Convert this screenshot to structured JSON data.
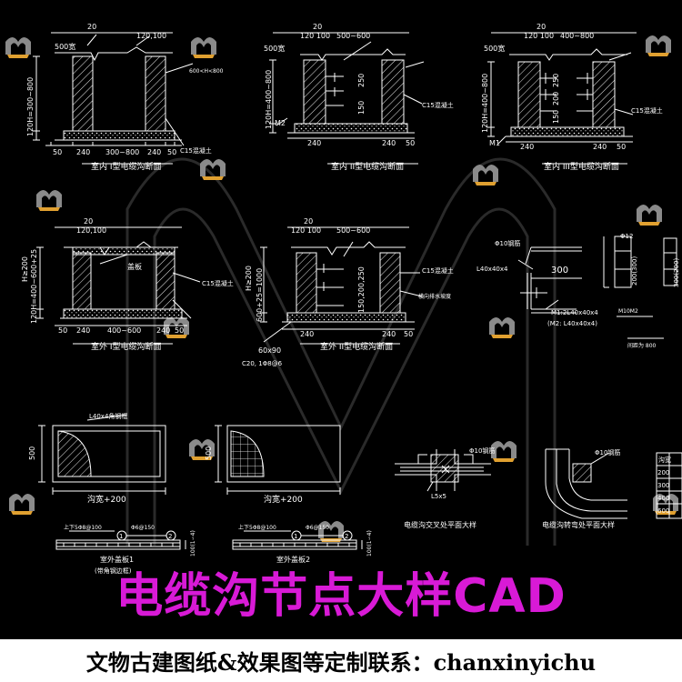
{
  "colors": {
    "background": "#000000",
    "line": "#ffffff",
    "title": "#d81ad6",
    "banner": "#ffffff",
    "banner_text": "#000000",
    "watermark": "#2a2a2a",
    "logo_orange": "#e0a030",
    "logo_gray": "#8a8a8a"
  },
  "icons": {
    "watermark_logo": "m-logo-icon"
  },
  "sections": {
    "indoor_type1": {
      "title": "室内 I型电缆沟断面",
      "dim_top": "20",
      "dim_top_sub": "120,100",
      "dim_width": "300~800",
      "dim_wall_l": "240",
      "dim_wall_r": "240",
      "dim_base_l": "50",
      "dim_base_r": "50",
      "dim_height": "120H=300~800",
      "dim_cap": "500宽",
      "label_c15": "C15混凝土",
      "label_h": "600<H<800"
    },
    "indoor_type2": {
      "title": "室内 II型电缆沟断面",
      "dim_top": "20",
      "dim_top_sub": "120 100",
      "dim_width": "500~600",
      "dim_wall_l": "240",
      "dim_wall_r": "240",
      "dim_base_r": "50",
      "dim_height": "120H=400~800",
      "dim_cap": "500宽",
      "dim_inner": "150",
      "dim_inner2": "250",
      "label_m2": "M2",
      "label_c15": "C15混凝土"
    },
    "indoor_type3": {
      "title": "室内 III型电缆沟断面",
      "dim_top": "20",
      "dim_top_sub": "120 100",
      "dim_width": "400~800",
      "dim_wall_l": "240",
      "dim_wall_r": "240",
      "dim_base_r": "50",
      "dim_height": "120H=400~800",
      "dim_cap": "500宽",
      "dim_inner": "150",
      "dim_inner2": "200",
      "dim_inner3": "250",
      "label_m1": "M1",
      "label_c15": "C15混凝土"
    },
    "outdoor_type1": {
      "title": "室外 I型电缆沟断面",
      "dim_top": "20",
      "dim_top_sub": "120,100",
      "dim_width": "400~600",
      "dim_wall_l": "240",
      "dim_wall_r": "240",
      "dim_base_l": "50",
      "dim_base_r": "50",
      "dim_height": "H≥200",
      "dim_height2": "120H=400~600+25",
      "label_plate": "盖板",
      "label_c15": "C15混凝土"
    },
    "outdoor_type2": {
      "title": "室外 II型电缆沟断面",
      "dim_top": "20",
      "dim_top_sub": "120 100",
      "dim_width": "500~600",
      "dim_wall_l": "240",
      "dim_wall_r": "240",
      "dim_base_r": "50",
      "dim_height": "H≥200",
      "dim_height2": "600+25=1000",
      "dim_inner": "150,200,250",
      "label_c15": "C15混凝土",
      "label_drain": "60x90",
      "label_rebar": "C20, 1Φ8@6",
      "label_note": "横向排水坡度"
    },
    "bracket_detail": {
      "label_rod": "Φ10钢筋",
      "label_angle": "L40x40x4",
      "dim_300": "300",
      "label_m1": "M1:2L40x40x4",
      "label_m2": "(M2: L40x40x4)",
      "dim_12": "Φ12",
      "dim_200": "200(300)",
      "dim_300b": "300(200)",
      "label_mid": "M10M2",
      "label_lower": "间距为 800"
    },
    "cover_plate1": {
      "title": "沟宽+200",
      "dim_h": "500",
      "label_top": "L40x4角钢框",
      "label_rebar": "上下5Φ8@100",
      "label_phi": "Φ6@150",
      "circle1": "1",
      "circle2": "2",
      "dim_right": "100(1∽4)",
      "caption": "室外盖板1",
      "caption_sub": "(带角钢边框)"
    },
    "cover_plate2": {
      "title": "沟宽+200",
      "dim_h": "500",
      "label_rebar": "上下5Φ8@100",
      "label_phi": "Φ6@150",
      "circle1": "1",
      "circle2": "2",
      "dim_right": "100(1∽4)",
      "caption": "室外盖板2"
    },
    "cross_detail": {
      "title": "电缆沟交叉处平面大样",
      "label_phi": "Φ10钢筋",
      "label_l": "L5x5"
    },
    "turn_detail": {
      "title": "电缆沟转弯处平面大样",
      "label_phi": "Φ10钢筋"
    },
    "table": {
      "header": "沟宽",
      "rows": [
        "200",
        "300",
        "400",
        "600"
      ]
    }
  },
  "main_title": "电缆沟节点大样CAD",
  "contact_banner": "文物古建图纸&效果图等定制联系：chanxinyichu"
}
